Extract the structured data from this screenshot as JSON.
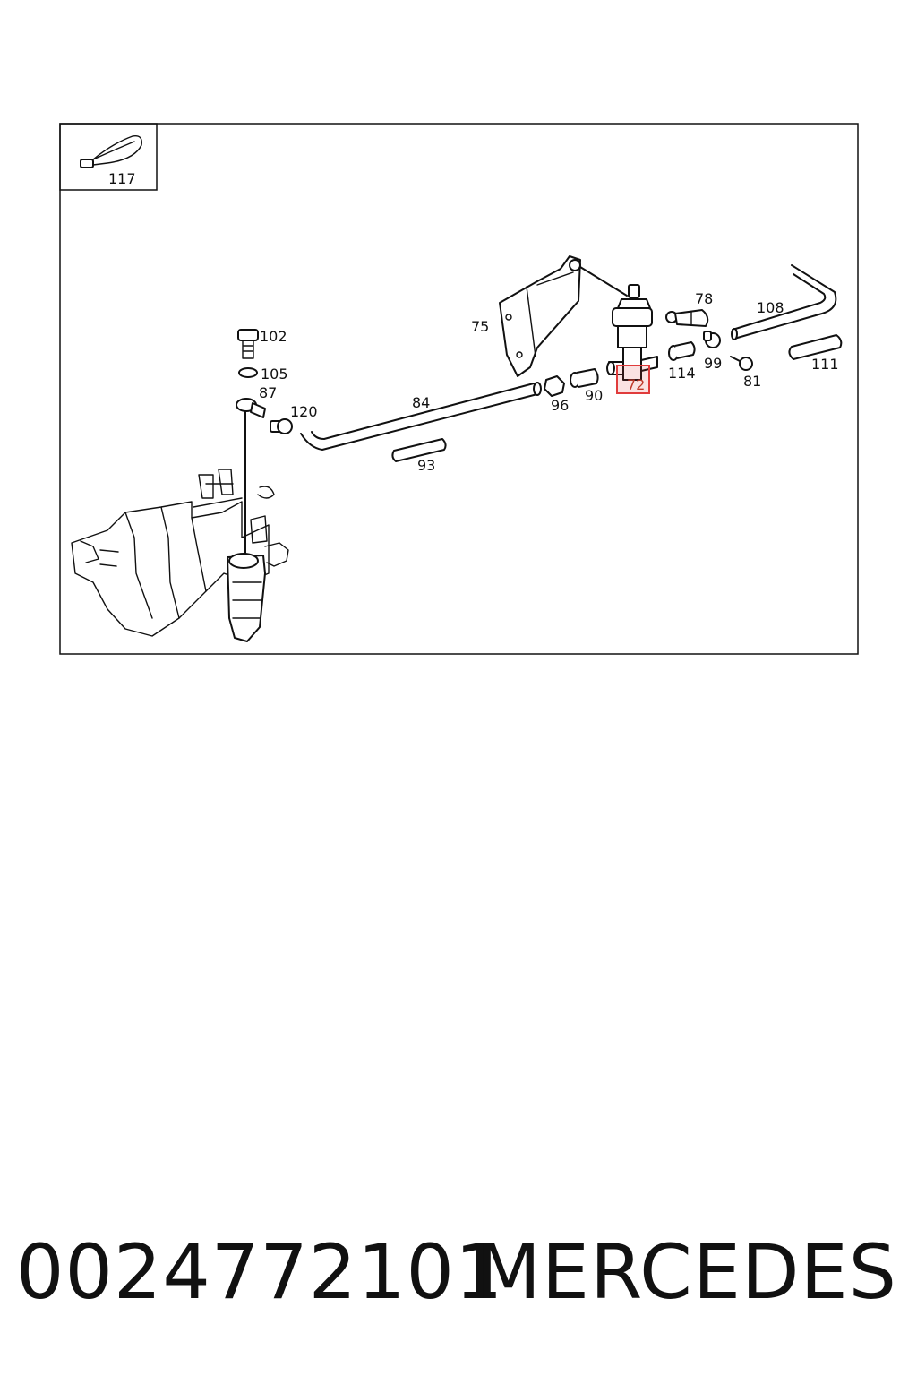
{
  "diagram": {
    "inset_label": "117",
    "callouts": {
      "c102": "102",
      "c105": "105",
      "c87": "87",
      "c120": "120",
      "c84": "84",
      "c93": "93",
      "c75": "75",
      "c96": "96",
      "c90": "90",
      "c72": "72",
      "c78": "78",
      "c114": "114",
      "c99": "99",
      "c81": "81",
      "c108": "108",
      "c111": "111"
    },
    "highlighted_callout": "72",
    "highlight_color": "#e03c3c"
  },
  "footer": {
    "part_number": "0024772101",
    "brand": "MERCEDES"
  }
}
